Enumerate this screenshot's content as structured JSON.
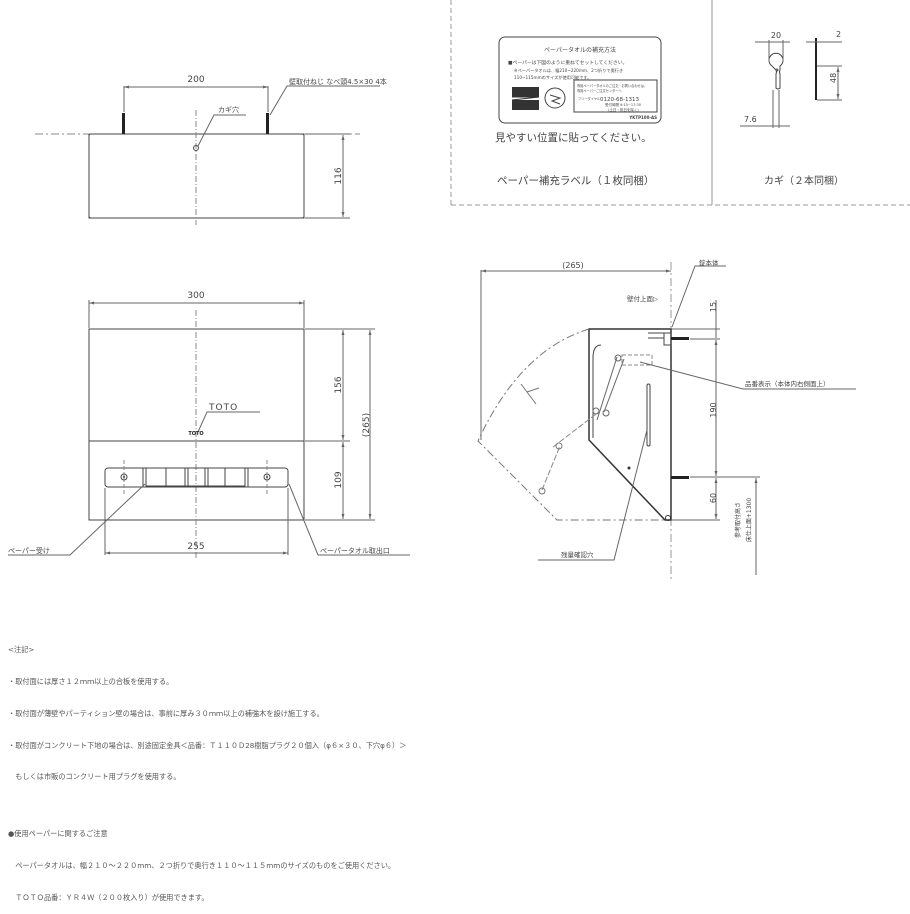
{
  "front_top_view": {
    "dim_screw_spacing": "200",
    "dim_height": "116",
    "label_screw": "壁取付ねじ なべ頭4.5×30 4本",
    "label_key_hole": "カギ穴"
  },
  "label_panel": {
    "card_title": "ペーパータオルの補充方法",
    "card_line1": "■ペーパーは下図のように重ねてセットしてください。",
    "card_line2": "※ペーパータオルは、幅210~220mm、2つ折りで奥行き",
    "card_line3": "110~115mmのサイズが使用可能です。",
    "card_box_line1": "専用ペーパータオルのご注文・お問い合わせは、",
    "card_box_line2": "専用ペーパーご注文センターへ",
    "card_box_phone_label": "フリーダイヤル",
    "card_box_phone": "0120-68-1313",
    "card_box_hours": "受付時間 9:15~17:30",
    "card_box_hours2": "(土日・祝日を除く)",
    "card_code": "YKTP100-AS",
    "instruction": "見やすい位置に貼ってください。",
    "caption": "ペーパー補充ラベル（１枚同梱）"
  },
  "key_panel": {
    "dim_width": "20",
    "dim_thickness": "2",
    "dim_length": "48",
    "dim_shaft": "7.6",
    "caption": "カギ（２本同梱）"
  },
  "front_view": {
    "dim_width": "300",
    "dim_upper": "156",
    "dim_lower": "109",
    "dim_total": "(265)",
    "dim_outlet": "255",
    "logo_label": "TOTO",
    "logo_text": "TOTO",
    "label_paper_rest": "ペーパー受け",
    "label_outlet": "ペーパータオル取出口"
  },
  "side_view": {
    "dim_depth": "(265)",
    "dim_top": "15",
    "dim_mid": "190",
    "dim_bottom": "60",
    "label_lock": "錠本体",
    "label_wall_top": "壁付上面▷",
    "label_product_no": "品番表示（本体内右側面上）",
    "label_check_hole": "残量確認穴",
    "label_mount_height_1": "参考取付高さ",
    "label_mount_height_2": "床仕上面+1300"
  },
  "notes": {
    "heading": "<注記>",
    "items": [
      "・取付面には厚さ１２ｍｍ以上の合板を使用する。",
      "・取付面が薄壁やパーティション壁の場合は、事前に厚み３０ｍｍ以上の補強木を設け施工する。",
      "・取付面がコンクリート下地の場合は、別途固定金具＜品番：Ｔ１１０Ｄ28樹脂プラグ２０個入（φ６×３０、下穴φ６）＞",
      "　もしくは市販のコンクリート用プラグを使用する。"
    ],
    "paper_heading": "●使用ペーパーに関するご注意",
    "paper_items": [
      "　ペーパータオルは、幅２１０～２２０mm、２つ折りで奥行き１１０～１１５mmのサイズのものをご使用ください。",
      "　ＴＯＴＯ品番：ＹＲ４Ｗ（２００枚入り）が使用できます。"
    ]
  },
  "colors": {
    "line": "#444444",
    "dim": "#666666",
    "center": "#888888"
  }
}
